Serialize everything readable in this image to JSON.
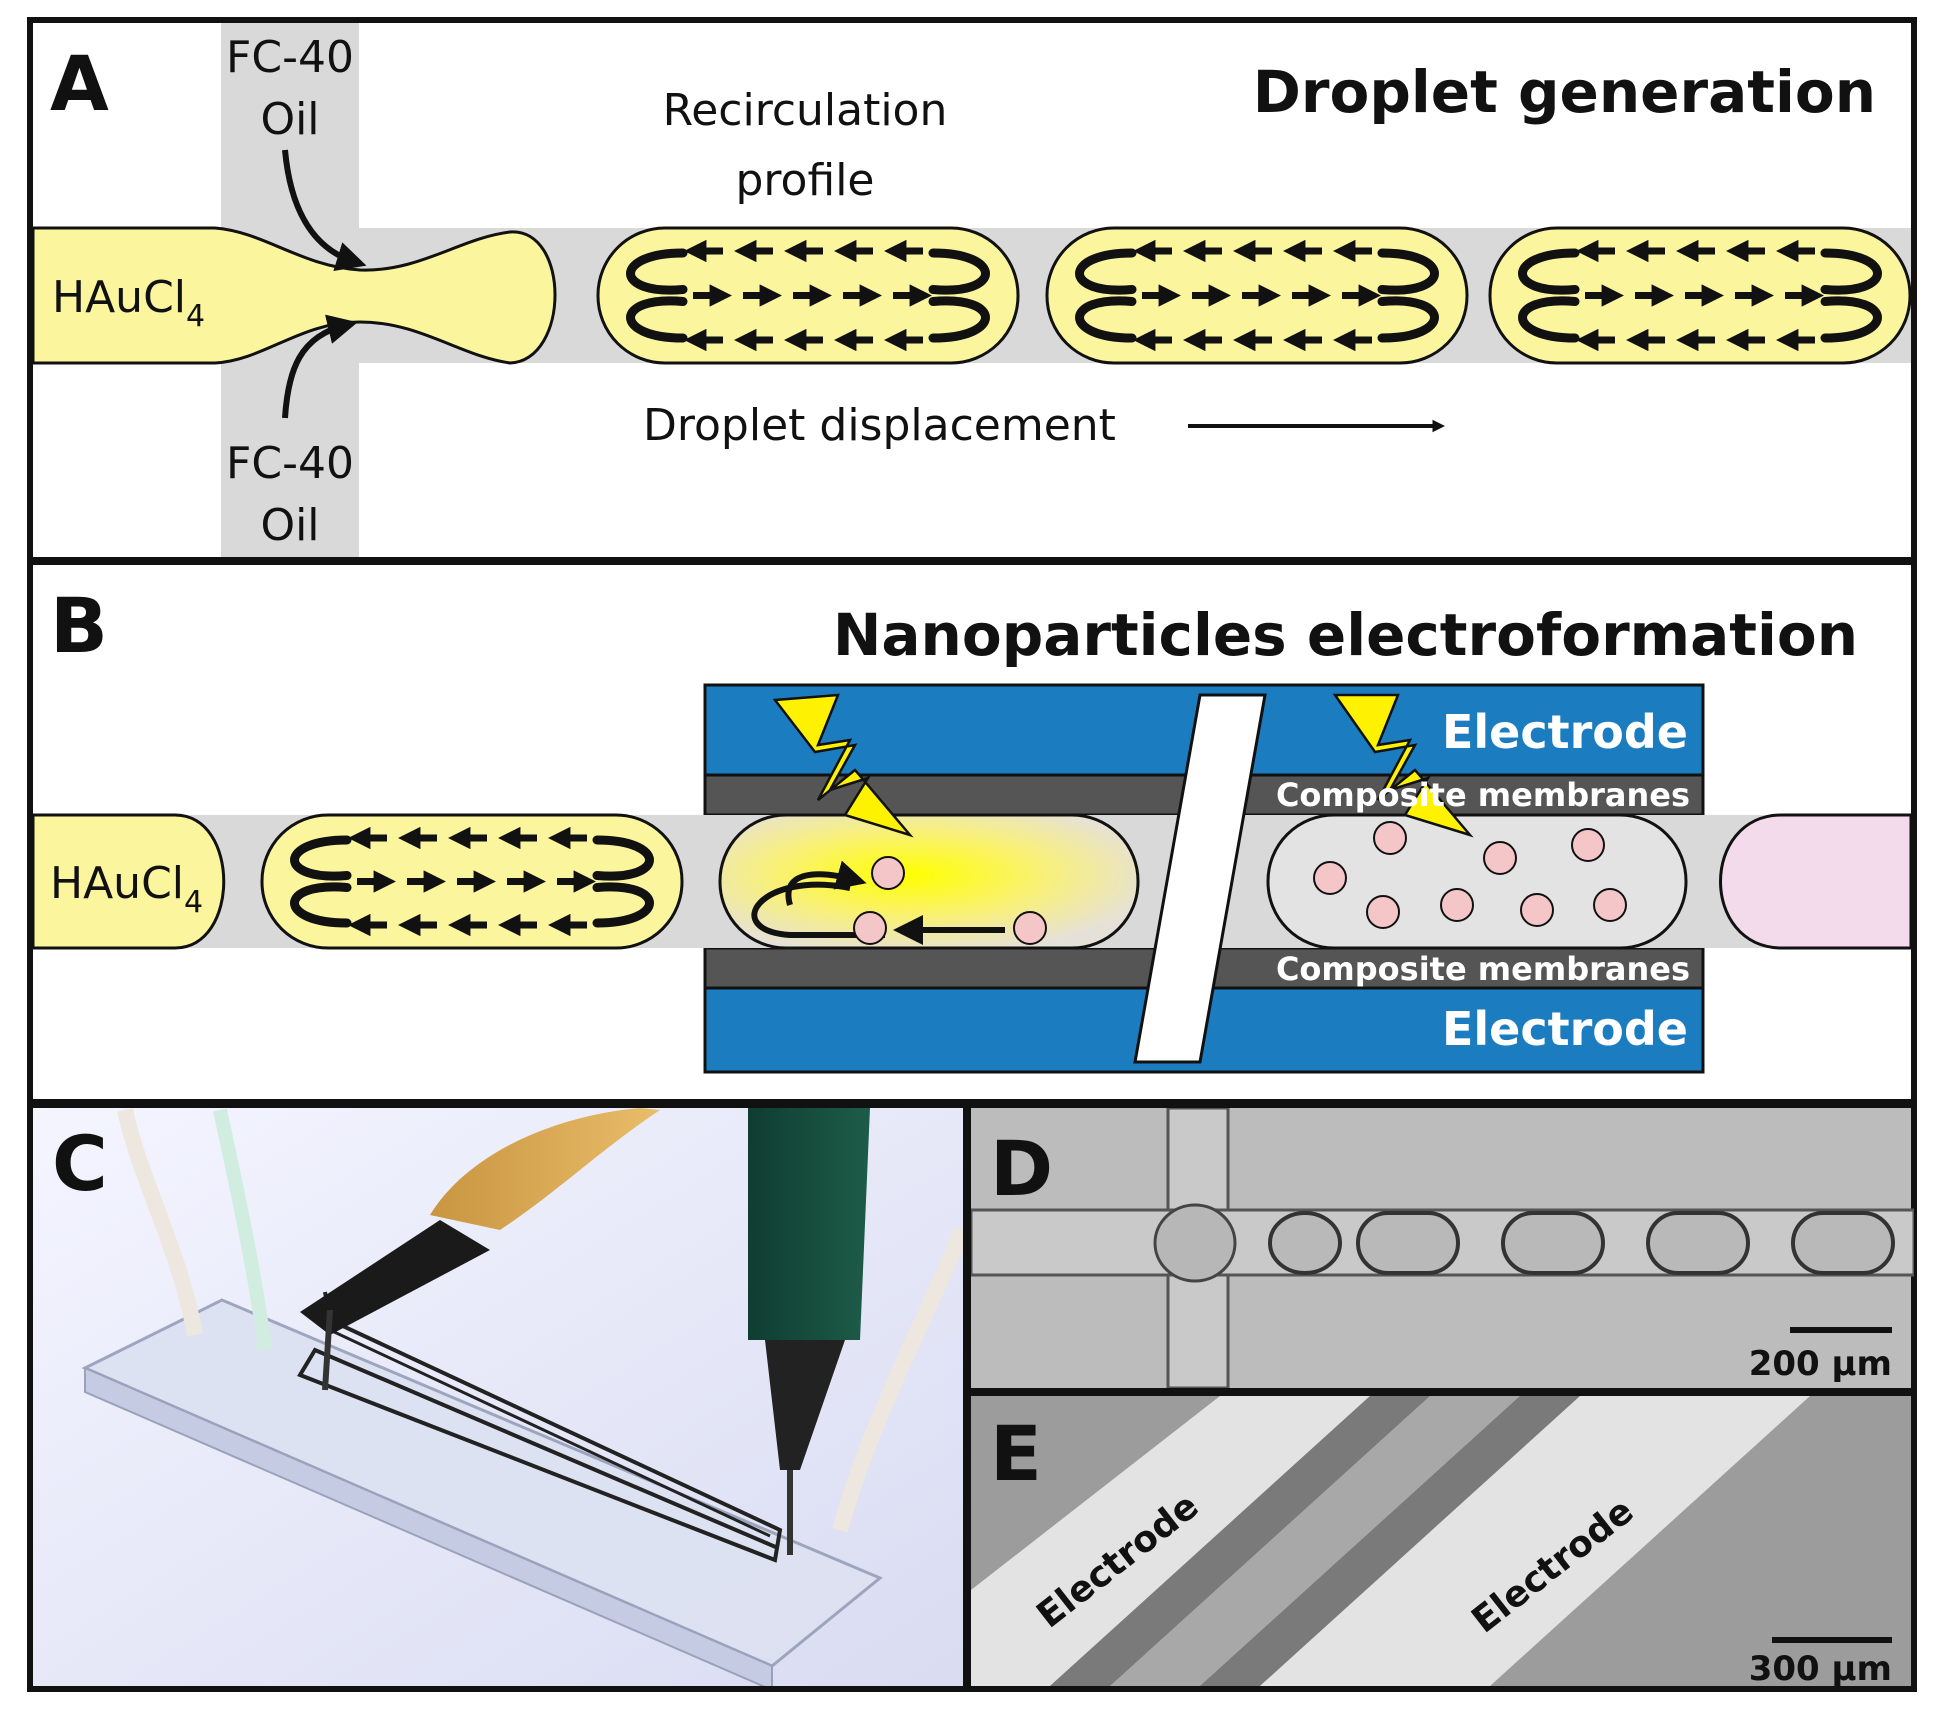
{
  "panels": {
    "a": {
      "letter": "A",
      "title": "Droplet generation"
    },
    "b": {
      "letter": "B",
      "title": "Nanoparticles electroformation"
    },
    "c": {
      "letter": "C"
    },
    "d": {
      "letter": "D",
      "scale_bar": "200 µm"
    },
    "e": {
      "letter": "E",
      "scale_bar": "300 µm"
    }
  },
  "panel_a": {
    "oil_top_line1": "FC-40",
    "oil_top_line2": "Oil",
    "oil_bottom_line1": "FC-40",
    "oil_bottom_line2": "Oil",
    "reagent_main": "HAuCl",
    "reagent_sub": "4",
    "recirculation_line1": "Recirculation",
    "recirculation_line2": "profile",
    "displacement": "Droplet displacement"
  },
  "panel_b": {
    "reagent_main": "HAuCl",
    "reagent_sub": "4",
    "electrode_top": "Electrode",
    "electrode_bottom": "Electrode",
    "membrane_top": "Composite membranes",
    "membrane_bottom": "Composite membranes"
  },
  "panel_e": {
    "electrode_left": "Electrode",
    "electrode_right": "Electrode"
  },
  "colors": {
    "droplet_fill": "#fbf59e",
    "channel_gray": "#d9d9d9",
    "electrode_blue": "#1c7cc0",
    "membrane_gray": "#555555",
    "nanoparticle": "#f5c6c8",
    "pink_droplet": "#f3dbec"
  }
}
